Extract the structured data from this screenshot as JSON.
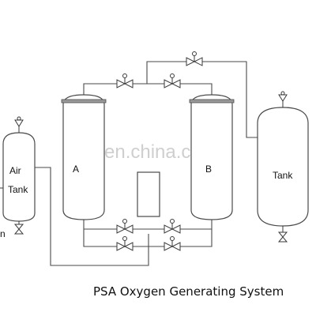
{
  "diagram": {
    "title": "PSA Oxygen Generating System",
    "watermark": "en.china.cn",
    "components": {
      "air_tank_line1": "Air",
      "air_tank_line2": "Tank",
      "adsorber_a": "A",
      "adsorber_b": "B",
      "oxygen_tank": "Tank",
      "left_edge_fragment": "n"
    },
    "colors": {
      "line": "#4a4a4a",
      "flange": "#9a9a9a",
      "background": "#ffffff"
    }
  }
}
